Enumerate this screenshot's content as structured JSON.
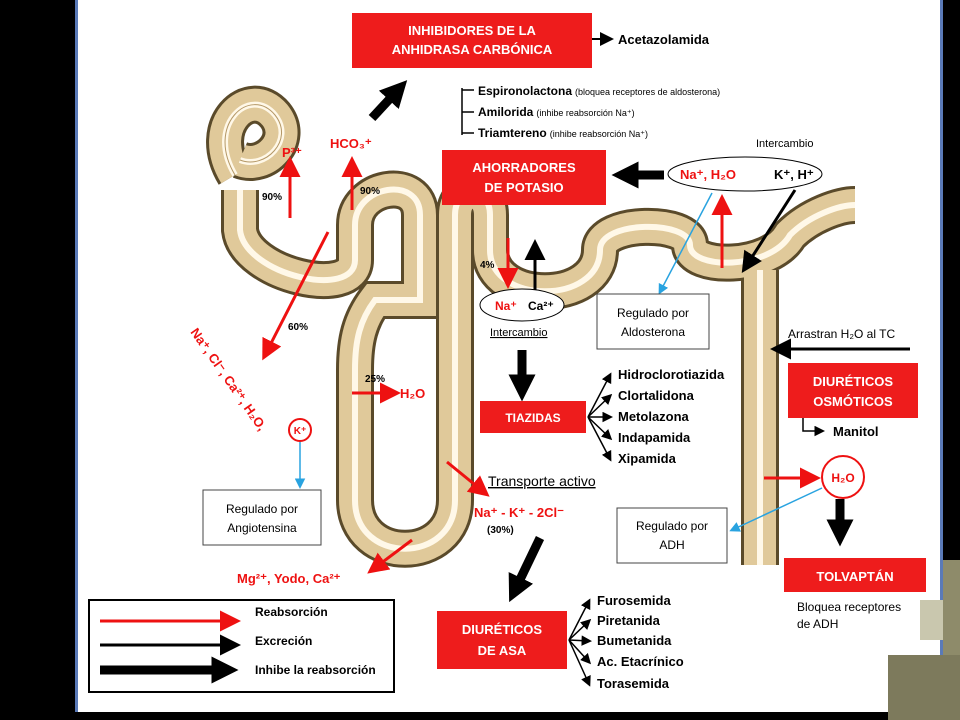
{
  "top_box": {
    "line1": "INHIBIDORES DE LA",
    "line2": "ANHIDRASA CARBÓNICA"
  },
  "acetazolamida": "Acetazolamida",
  "k_sparing_drugs": [
    {
      "name": "Espironolactona",
      "note": "(bloquea receptores de aldosterona)"
    },
    {
      "name": "Amilorida",
      "note": "(inhibe reabsorción Na⁺)"
    },
    {
      "name": "Triamtereno",
      "note": "(inhibe reabsorción Na⁺)"
    }
  ],
  "k_sparing_box": {
    "line1": "AHORRADORES",
    "line2": "DE POTASIO"
  },
  "intercambio_top": "Intercambio",
  "exchange_left": "Na⁺, H₂O",
  "exchange_right": "K⁺, H⁺",
  "p3": "P³⁺",
  "hco3": "HCO₃⁺",
  "pct_90a": "90%",
  "pct_90b": "90%",
  "pct_60": "60%",
  "pct_4": "4%",
  "pct_25": "25%",
  "ions_pct": "Na⁺, Cl⁻, Ca²⁺, H₂O,",
  "k_plus": "K⁺",
  "na_plus": "Na⁺",
  "ca_plus": "Ca²⁺",
  "intercambio_mid": "Intercambio",
  "aldosterona_box": {
    "line1": "Regulado por",
    "line2": "Aldosterona"
  },
  "arrastran": "Arrastran H₂O al TC",
  "osmotic_box": {
    "line1": "DIURÉTICOS",
    "line2": "OSMÓTICOS"
  },
  "manitol": "Manitol",
  "h2o_asc": "H₂O",
  "h2o_right": "H₂O",
  "tiazidas_box": "TIAZIDAS",
  "thiazides": [
    "Hidroclorotiazida",
    "Clortalidona",
    "Metolazona",
    "Indapamida",
    "Xipamida"
  ],
  "angiotensina_box": {
    "line1": "Regulado por",
    "line2": "Angiotensina"
  },
  "transporte": "Transporte activo",
  "nkcc": "Na⁺ - K⁺ - 2Cl⁻",
  "nkcc_pct": "(30%)",
  "adh_box": {
    "line1": "Regulado por",
    "line2": "ADH"
  },
  "tolvaptan_box": "TOLVAPTÁN",
  "tolvaptan_note": {
    "line1": "Bloquea receptores",
    "line2": "de ADH"
  },
  "mg": "Mg²⁺, Yodo, Ca²⁺",
  "legend": [
    "Reabsorción",
    "Excreción",
    "Inhibe la reabsorción"
  ],
  "loop_box": {
    "line1": "DIURÉTICOS",
    "line2": "DE ASA"
  },
  "loop_drugs": [
    "Furosemida",
    "Piretanida",
    "Bumetanida",
    "Ac. Etacrínico",
    "Torasemida"
  ],
  "colors": {
    "red": "#ee1111",
    "box_red": "#ee1c1c",
    "tube": "#e0c99a",
    "tube_edge": "#5a4a2a"
  }
}
